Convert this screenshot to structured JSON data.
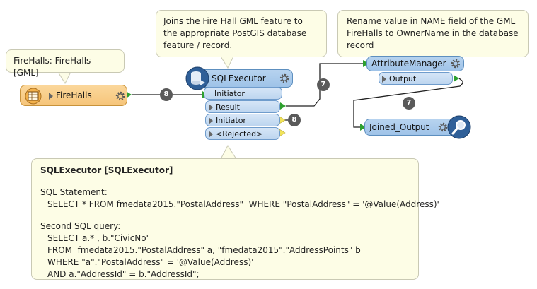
{
  "notes": {
    "firehalls": "FireHalls: FireHalls [GML]",
    "sqlexec_desc": "Joins the Fire Hall GML feature to the appropriate PostGIS database feature / record.",
    "rename_desc": "Rename value in NAME field of the GML FireHalls to OwnerName in the database record"
  },
  "reader": {
    "label": "FireHalls"
  },
  "sqlexecutor": {
    "label": "SQLExecutor",
    "input_port": "Initiator",
    "output_ports": [
      "Result",
      "Initiator",
      "<Rejected>"
    ]
  },
  "attribute_manager": {
    "label": "AttributeManager",
    "output_port": "Output"
  },
  "writer": {
    "label": "Joined_Output"
  },
  "connections": {
    "reader_to_sql": "8",
    "sql_initiator_out": "8",
    "sql_to_attr": "7",
    "attr_to_writer": "7"
  },
  "detail": {
    "title": "SQLExecutor [SQLExecutor]",
    "stmt_label": "SQL Statement:",
    "stmt": "SELECT * FROM fmedata2015.\"PostalAddress\"  WHERE \"PostalAddress\" = '@Value(Address)'",
    "q2_label": "Second SQL query:",
    "q2_lines": [
      "SELECT a.* , b.\"CivicNo\"",
      "FROM  fmedata2015.\"PostalAddress\" a, \"fmedata2015\".\"AddressPoints\" b",
      "WHERE \"a\".\"PostalAddress\" = '@Value(Address)'",
      "AND a.\"AddressId\" = b.\"AddressId\";"
    ]
  }
}
